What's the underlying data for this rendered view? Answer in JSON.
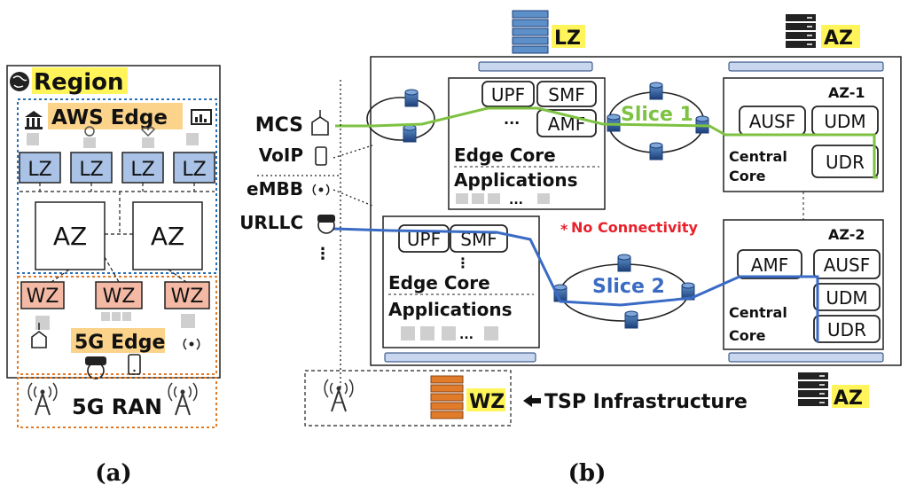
{
  "panel_a": {
    "region_label": "Region",
    "aws_edge_label": "AWS Edge",
    "lz_labels": [
      "LZ",
      "LZ",
      "LZ",
      "LZ"
    ],
    "az_labels": [
      "AZ",
      "AZ"
    ],
    "wz_labels": [
      "WZ",
      "WZ",
      "WZ"
    ],
    "edge_5g_label": "5G Edge",
    "ran_label": "5G RAN",
    "caption": "(a)"
  },
  "panel_b": {
    "top_lz_label": "LZ",
    "top_az_label": "AZ",
    "bottom_az_label": "AZ",
    "wz_label": "WZ",
    "tsp_label": "TSP Infrastructure",
    "services": [
      "MCS",
      "VoIP",
      "eMBB",
      "URLLC"
    ],
    "service_ellipsis": "⋮",
    "edge_top": {
      "nfs": [
        "UPF",
        "SMF",
        "AMF"
      ],
      "dots": "...",
      "title": "Edge Core",
      "apps": "Applications",
      "apps_dots": "..."
    },
    "edge_bottom": {
      "nfs": [
        "UPF",
        "SMF"
      ],
      "dots": "⋮",
      "title": "Edge Core",
      "apps": "Applications",
      "apps_dots": "..."
    },
    "central_top": {
      "az_id": "AZ-1",
      "nfs": [
        "AUSF",
        "UDM",
        "UDR"
      ],
      "title_line1": "Central",
      "title_line2": "Core"
    },
    "central_bottom": {
      "az_id": "AZ-2",
      "nfs": [
        "AMF",
        "AUSF",
        "UDM",
        "UDR"
      ],
      "title_line1": "Central",
      "title_line2": "Core"
    },
    "slice1_label": "Slice 1",
    "slice2_label": "Slice 2",
    "no_connectivity_mark": "*",
    "no_connectivity_label": "No Connectivity",
    "caption": "(b)"
  },
  "colors": {
    "slice1": "#7dc242",
    "slice2": "#3a6bc4",
    "highlight": "#fff55a",
    "aws_edge_highlight": "#fbd38a",
    "lz_fill": "#a9c2e6",
    "wz_fill": "#f3b9a5",
    "no_connectivity": "#e8202a",
    "aws_border": "#2a6fb2",
    "edge5g_border": "#e07b2a"
  }
}
